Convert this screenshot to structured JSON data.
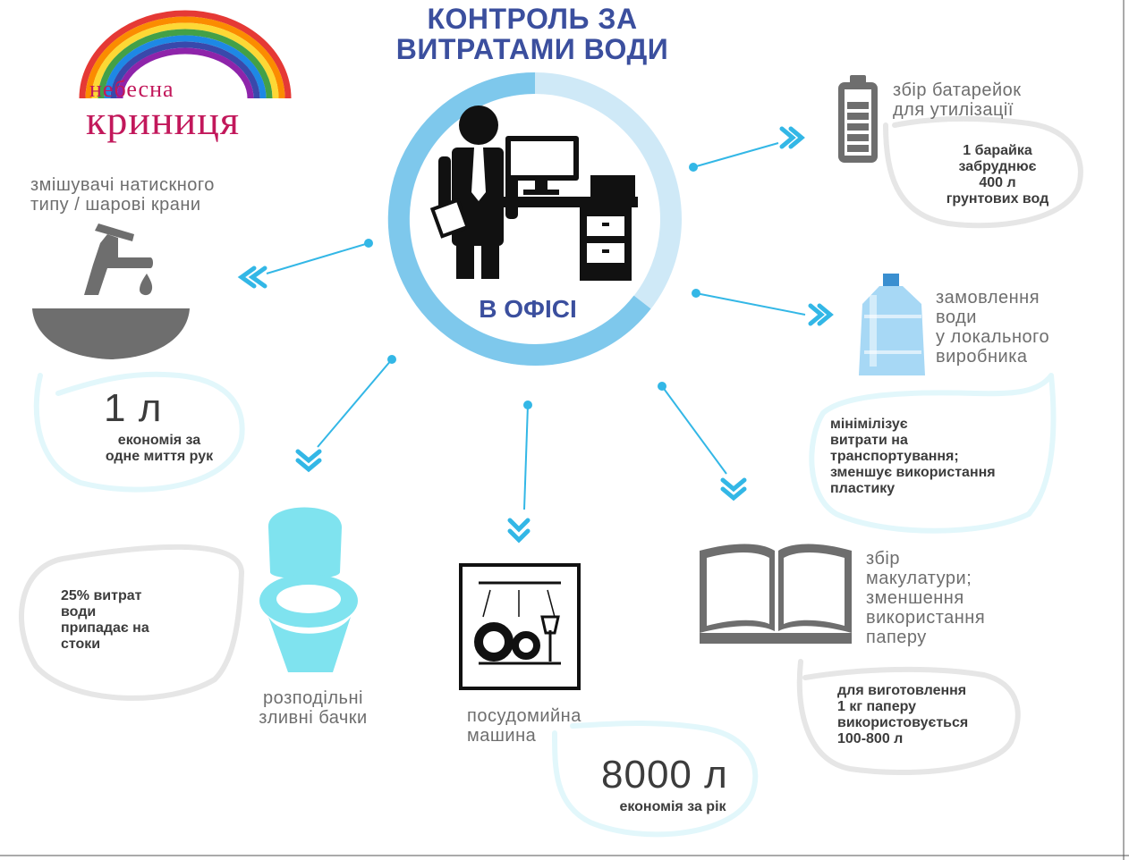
{
  "title": {
    "line1": "КОНТРОЛЬ ЗА",
    "line2": "ВИТРАТАМИ  ВОДИ"
  },
  "logo": {
    "line1": "небесна",
    "line2": "криниця"
  },
  "center": {
    "label": "В ОФІСІ"
  },
  "faucet": {
    "label_line1": "змішувачі натискного",
    "label_line2": "типу / шарові крани",
    "value": "1 л",
    "note_line1": "економія за",
    "note_line2": "одне миття рук"
  },
  "toilet": {
    "note_line1": "25% витрат",
    "note_line2": "води",
    "note_line3": "припадає на",
    "note_line4": "стоки",
    "label_line1": "розподільні",
    "label_line2": "зливні бачки"
  },
  "dishwasher": {
    "label_line1": "посудомийна",
    "label_line2": "машина",
    "value": "8000 л",
    "note": "економія за рік"
  },
  "battery": {
    "label_line1": "збір батарейок",
    "label_line2": "для утилізації",
    "note_line1": "1 барайка",
    "note_line2": "забруднює",
    "note_line3": "400 л",
    "note_line4": "грунтових вод"
  },
  "water": {
    "label_line1": "замовлення",
    "label_line2": "води",
    "label_line3": "у локального",
    "label_line4": "виробника",
    "note_line1": "мінімілізує",
    "note_line2": "витрати на",
    "note_line3": "транспортування;",
    "note_line4": "зменшує використання",
    "note_line5": "пластику"
  },
  "paper": {
    "label_line1": "збір",
    "label_line2": "макулатури;",
    "label_line3": "зменшення",
    "label_line4": "використання",
    "label_line5": "паперу",
    "note_line1": "для виготовлення",
    "note_line2": "1 кг паперу",
    "note_line3": "використовується",
    "note_line4": "100-800 л"
  },
  "colors": {
    "accent_blue": "#3b4f9e",
    "arrow_cyan": "#33b7e6",
    "ring_blue": "#7ec8ec",
    "ring_light": "#cfe9f7",
    "icon_gray": "#6e6e6e",
    "toilet_cyan": "#7fe3ef"
  }
}
